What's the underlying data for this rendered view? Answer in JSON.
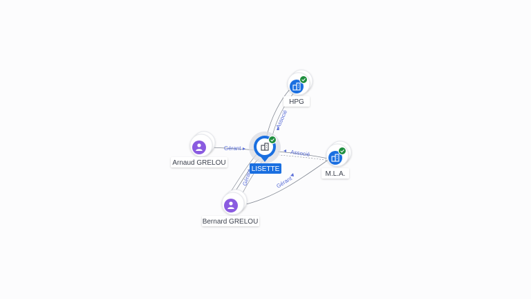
{
  "colors": {
    "company": "#1a6fe0",
    "person": "#8a5be0",
    "verified": "#1e8e3e",
    "edge": "#7f8590",
    "edge_label": "#5a6ed8",
    "center_label_bg": "#1a6fe0"
  },
  "icons": {
    "company": "building-icon",
    "person": "person-icon",
    "verified": "check-badge-icon"
  },
  "nodes": {
    "center": {
      "label": "LISETTE",
      "type": "company",
      "verified": true
    },
    "hpg": {
      "label": "HPG",
      "type": "company",
      "verified": true
    },
    "mla": {
      "label": "M.L.A.",
      "type": "company",
      "verified": true
    },
    "arnaud": {
      "label": "Arnaud GRELOU",
      "type": "person"
    },
    "bernard": {
      "label": "Bernard GRELOU",
      "type": "person"
    }
  },
  "edges": [
    {
      "from": "arnaud",
      "to": "center",
      "label": "Gérant"
    },
    {
      "from": "bernard",
      "to": "center",
      "label": "Gérant"
    },
    {
      "from": "bernard",
      "to": "mla",
      "label": "Gérant"
    },
    {
      "from": "hpg",
      "to": "center",
      "label": "Associé"
    },
    {
      "from": "mla",
      "to": "center",
      "label": "Associé"
    }
  ]
}
